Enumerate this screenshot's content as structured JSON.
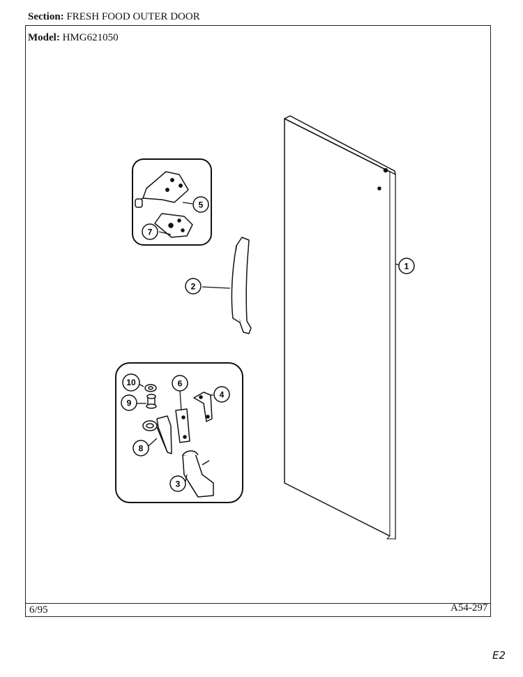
{
  "header": {
    "section_label": "Section:",
    "section_value": "FRESH FOOD OUTER DOOR",
    "model_label": "Model:",
    "model_value": "HMG621050"
  },
  "footer": {
    "date": "6/95",
    "code": "A54-297",
    "corner_mark": "E2"
  },
  "parts": {
    "p1": "1",
    "p2": "2",
    "p3": "3",
    "p4": "4",
    "p5": "5",
    "p6": "6",
    "p7": "7",
    "p8": "8",
    "p9": "9",
    "p10": "10"
  }
}
